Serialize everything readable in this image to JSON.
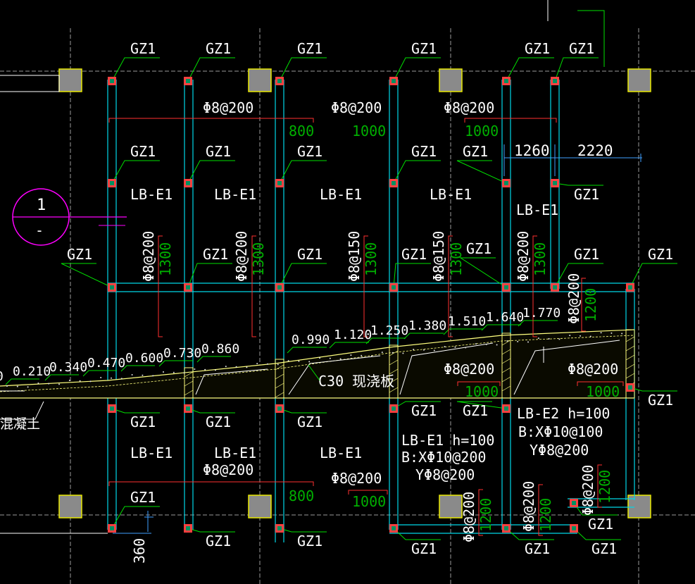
{
  "colors": {
    "background": "#000000",
    "grid": "#9a9a9a",
    "wall": "#00d8e8",
    "column_fill": "#8a8a8a",
    "column_stroke": "#e8e800",
    "gz": "#ff4040",
    "gz_core": "#009060",
    "leader": "#00e000",
    "text": "#ffffff",
    "rebar": "#ff3030",
    "width_text": "#00b000",
    "slope": "#ffff80",
    "axis_bubble": "#ff00ff",
    "dim": "#3fa0ff"
  },
  "gz_label": "GZ1",
  "slab_labels": {
    "lb_e1": "LB-E1",
    "lb_e1_spec": [
      "LB-E1  h=100",
      "B:XΦ10@200",
      "YΦ8@200"
    ],
    "lb_e2_spec": [
      "LB-E2  h=100",
      "B:XΦ10@100",
      "YΦ8@200"
    ]
  },
  "rebar": {
    "p8_200": "Φ8@200",
    "p8_150": "Φ8@150"
  },
  "widths": {
    "w800": "800",
    "w1000": "1000",
    "w1200": "1200",
    "w1300": "1300"
  },
  "dimensions": {
    "d1260": "1260",
    "d2220": "2220",
    "d360": "360"
  },
  "elevations": [
    "0.210",
    "0.340",
    "0.470",
    "0.600",
    "0.730",
    "0.860",
    "0.990",
    "1.120",
    "1.250",
    "1.380",
    "1.510",
    "1.640",
    "1.770"
  ],
  "elevation_partial": "0",
  "slab_note": "C30 现浇板",
  "concrete_note": "混凝土",
  "axis_bubble": {
    "top": "1",
    "bottom": "-"
  }
}
